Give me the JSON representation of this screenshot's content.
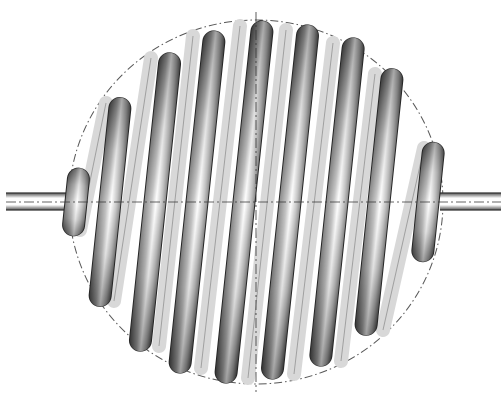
{
  "figure": {
    "kind": "helical-spring-diagram",
    "coil_count": 9,
    "envelope": "circle",
    "colors": {
      "background": "#ffffff",
      "coil_dark": "#2a2a2a",
      "coil_mid": "#8a8a8a",
      "coil_light": "#ffffff",
      "guide_line": "#333333",
      "rod": "#444444"
    },
    "icons": [
      "spring-coil-icon",
      "rod-icon",
      "envelope-circle-icon"
    ]
  }
}
